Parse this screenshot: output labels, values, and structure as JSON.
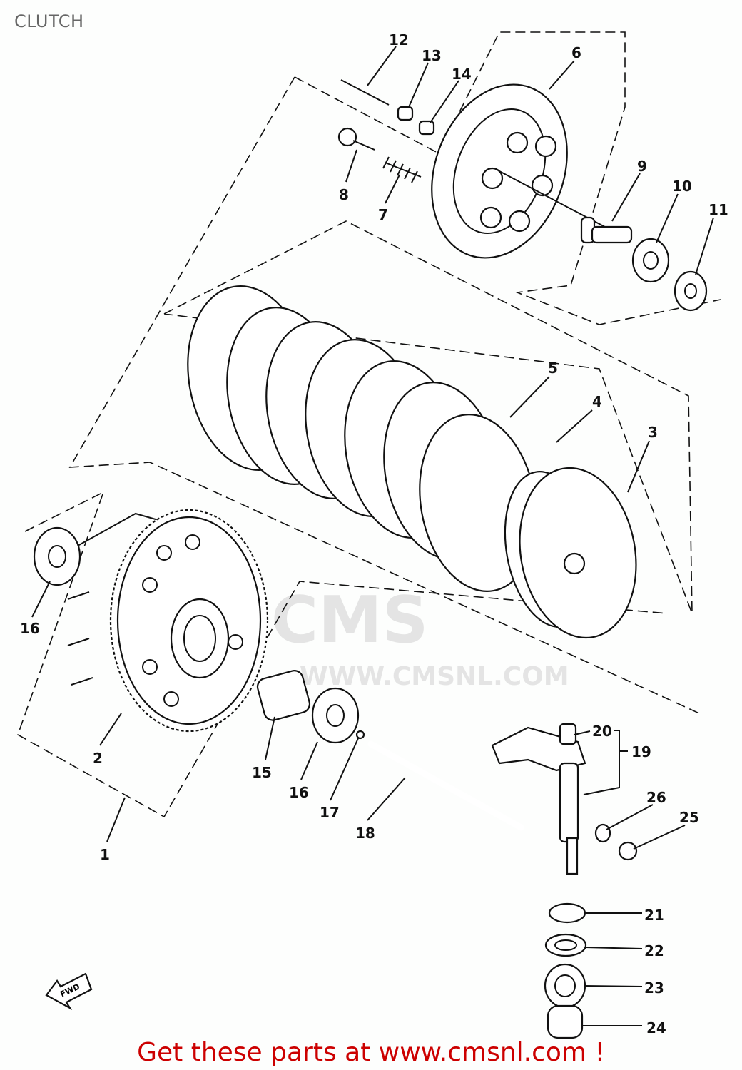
{
  "title": "CLUTCH",
  "footer": "Get these parts at www.cmsnl.com !",
  "watermark": {
    "logo": "CMS",
    "url": "WWW.CMSNL.COM"
  },
  "direction_marker": "FWD",
  "callouts": [
    "1",
    "2",
    "3",
    "4",
    "5",
    "6",
    "7",
    "8",
    "9",
    "10",
    "11",
    "12",
    "13",
    "14",
    "15",
    "16",
    "16",
    "17",
    "18",
    "19",
    "20",
    "21",
    "22",
    "23",
    "24",
    "25",
    "26"
  ],
  "colors": {
    "footer": "#cc0000",
    "title": "#666666"
  }
}
